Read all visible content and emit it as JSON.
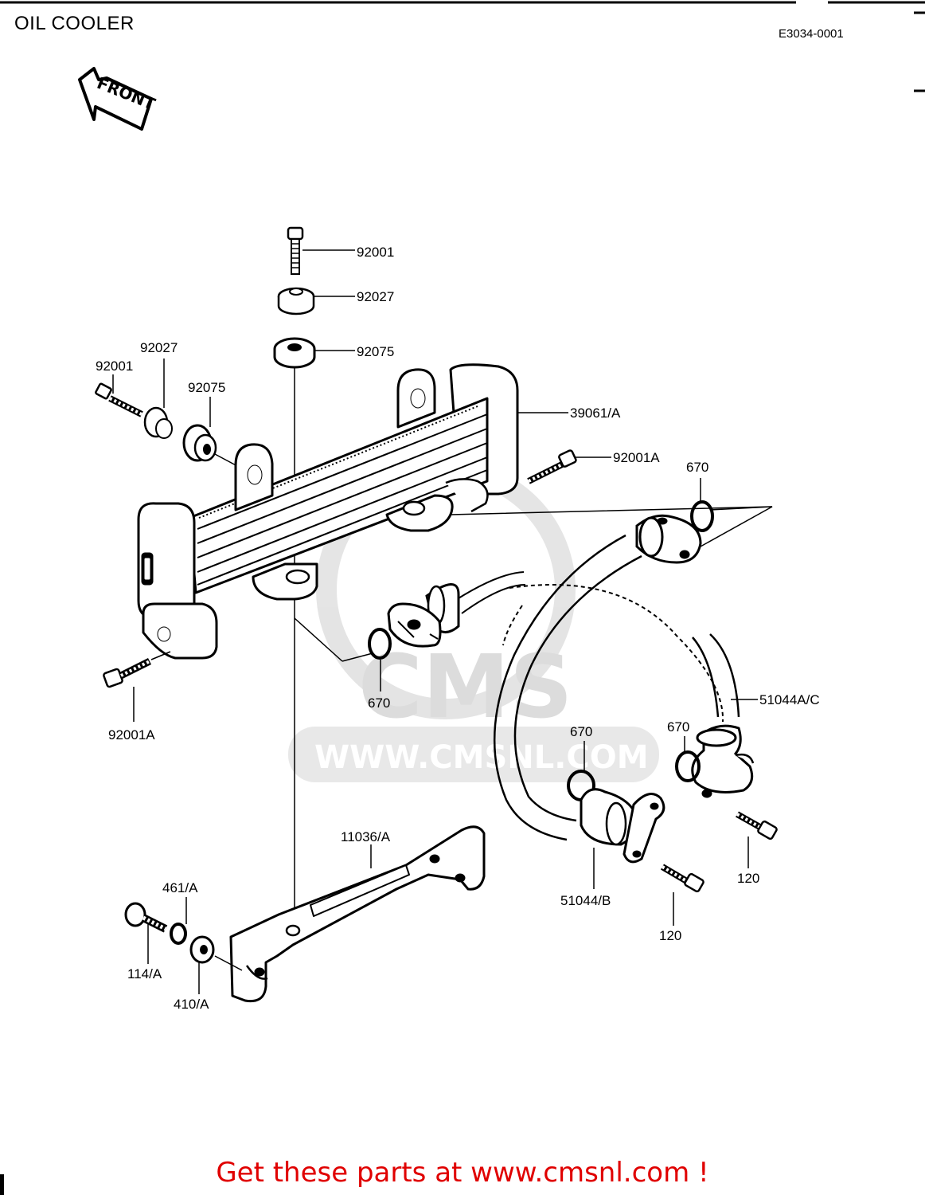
{
  "header": {
    "title": "OIL COOLER",
    "diagram_code": "E3034-0001"
  },
  "front_arrow": {
    "label": "FRONT"
  },
  "watermark": {
    "brand": "CMS",
    "url": "WWW.CMSNL.COM"
  },
  "callouts": {
    "bolt_top": "92001",
    "cap_top": "92027",
    "grommet_top": "92075",
    "cap_left": "92027",
    "bolt_left": "92001",
    "grommet_left": "92075",
    "cooler": "39061/A",
    "bolt_right": "92001A",
    "oring_top_right": "670",
    "oring_left": "670",
    "bolt_lower_left": "92001A",
    "hose_a": "51044A/C",
    "oring_mid": "670",
    "oring_right": "670",
    "bracket": "11036/A",
    "washer_461": "461/A",
    "bolt_114": "114/A",
    "washer_410": "410/A",
    "hose_b": "51044/B",
    "screw_left": "120",
    "screw_right": "120"
  },
  "footer": {
    "banner": "Get these parts at www.cmsnl.com !"
  }
}
